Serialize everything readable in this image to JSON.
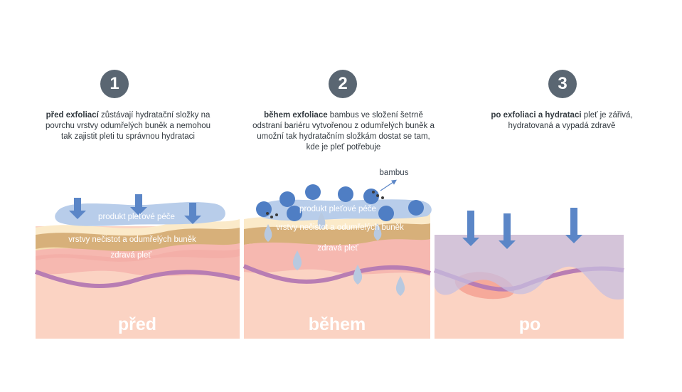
{
  "steps": [
    {
      "number": "1",
      "bold": "před exfoliací",
      "text": " zůstávají hydratační složky na povrchu vrstvy odumřelých buněk a nemohou tak zajistit pleti tu správnou hydrataci",
      "title": "před",
      "layers": {
        "product": "produkt pleťové péče",
        "dirt": "vrstvy nečistot a odumřelých buněk",
        "healthy": "zdravá pleť"
      }
    },
    {
      "number": "2",
      "bold": "během exfoliace",
      "text": " bambus ve složení šetrně odstraní bariéru vytvořenou z odumřelých buněk a umožní tak hydratačním složkám dostat se tam, kde je pleť potřebuje",
      "title": "během",
      "callout": "bambus",
      "layers": {
        "product": "produkt pleťové péče",
        "dirt": "vrstvy nečistot a odumřelých buněk",
        "healthy": "zdravá pleť"
      }
    },
    {
      "number": "3",
      "bold": "po exfoliaci a hydrataci",
      "text": " pleť je zářivá, hydratovaná a vypadá zdravě",
      "title": "po"
    }
  ],
  "colors": {
    "badge": "#5a6672",
    "skin": "#fbd3c3",
    "healthy": "#f6b8b0",
    "vein": "#b87db3",
    "dirt": "#d7b07a",
    "dirt_light": "#f5ddb0",
    "product": "#b8cdea",
    "arrow": "#5b86c7",
    "bamboo": "#4f7ec4",
    "drop": "#b8c9e0",
    "hydrated": "#c7bfe0"
  }
}
